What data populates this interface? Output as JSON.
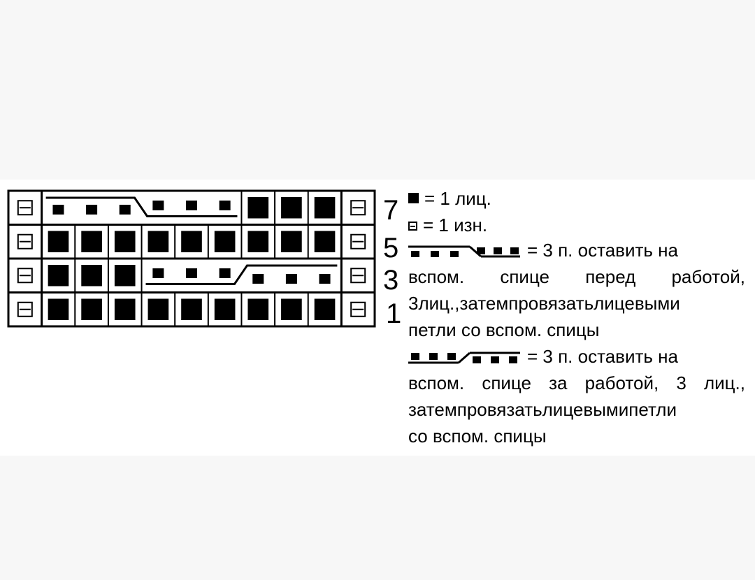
{
  "row_numbers": [
    "7",
    "5",
    "3",
    "1"
  ],
  "chart": {
    "rows": [
      {
        "row_label": "7",
        "cells": [
          "purl",
          "cable-left",
          "cable-left",
          "cable-left",
          "cable-left",
          "cable-left",
          "cable-left",
          "knit",
          "knit",
          "knit",
          "purl"
        ]
      },
      {
        "row_label": "5",
        "cells": [
          "purl",
          "knit",
          "knit",
          "knit",
          "knit",
          "knit",
          "knit",
          "knit",
          "knit",
          "knit",
          "purl"
        ]
      },
      {
        "row_label": "3",
        "cells": [
          "purl",
          "knit",
          "knit",
          "knit",
          "cable-right",
          "cable-right",
          "cable-right",
          "cable-right",
          "cable-right",
          "cable-right",
          "purl"
        ]
      },
      {
        "row_label": "1",
        "cells": [
          "purl",
          "knit",
          "knit",
          "knit",
          "knit",
          "knit",
          "knit",
          "knit",
          "knit",
          "knit",
          "purl"
        ]
      }
    ]
  },
  "legend": {
    "knit": "= 1 лиц.",
    "purl": "= 1 изн.",
    "cable_front_line1": "= 3 п. оставить на",
    "cable_front_line2": "вспом. спице перед работой,",
    "cable_front_line3": "3лиц.,затемпровязатьлицевыми",
    "cable_front_line4": "петли со вспом. спицы",
    "cable_back_line1": "= 3 п. оставить на",
    "cable_back_line2": "вспом. спице за работой, 3 лиц.,",
    "cable_back_line3": "затемпровязатьлицевымипетли",
    "cable_back_line4": "со вспом. спицы"
  }
}
